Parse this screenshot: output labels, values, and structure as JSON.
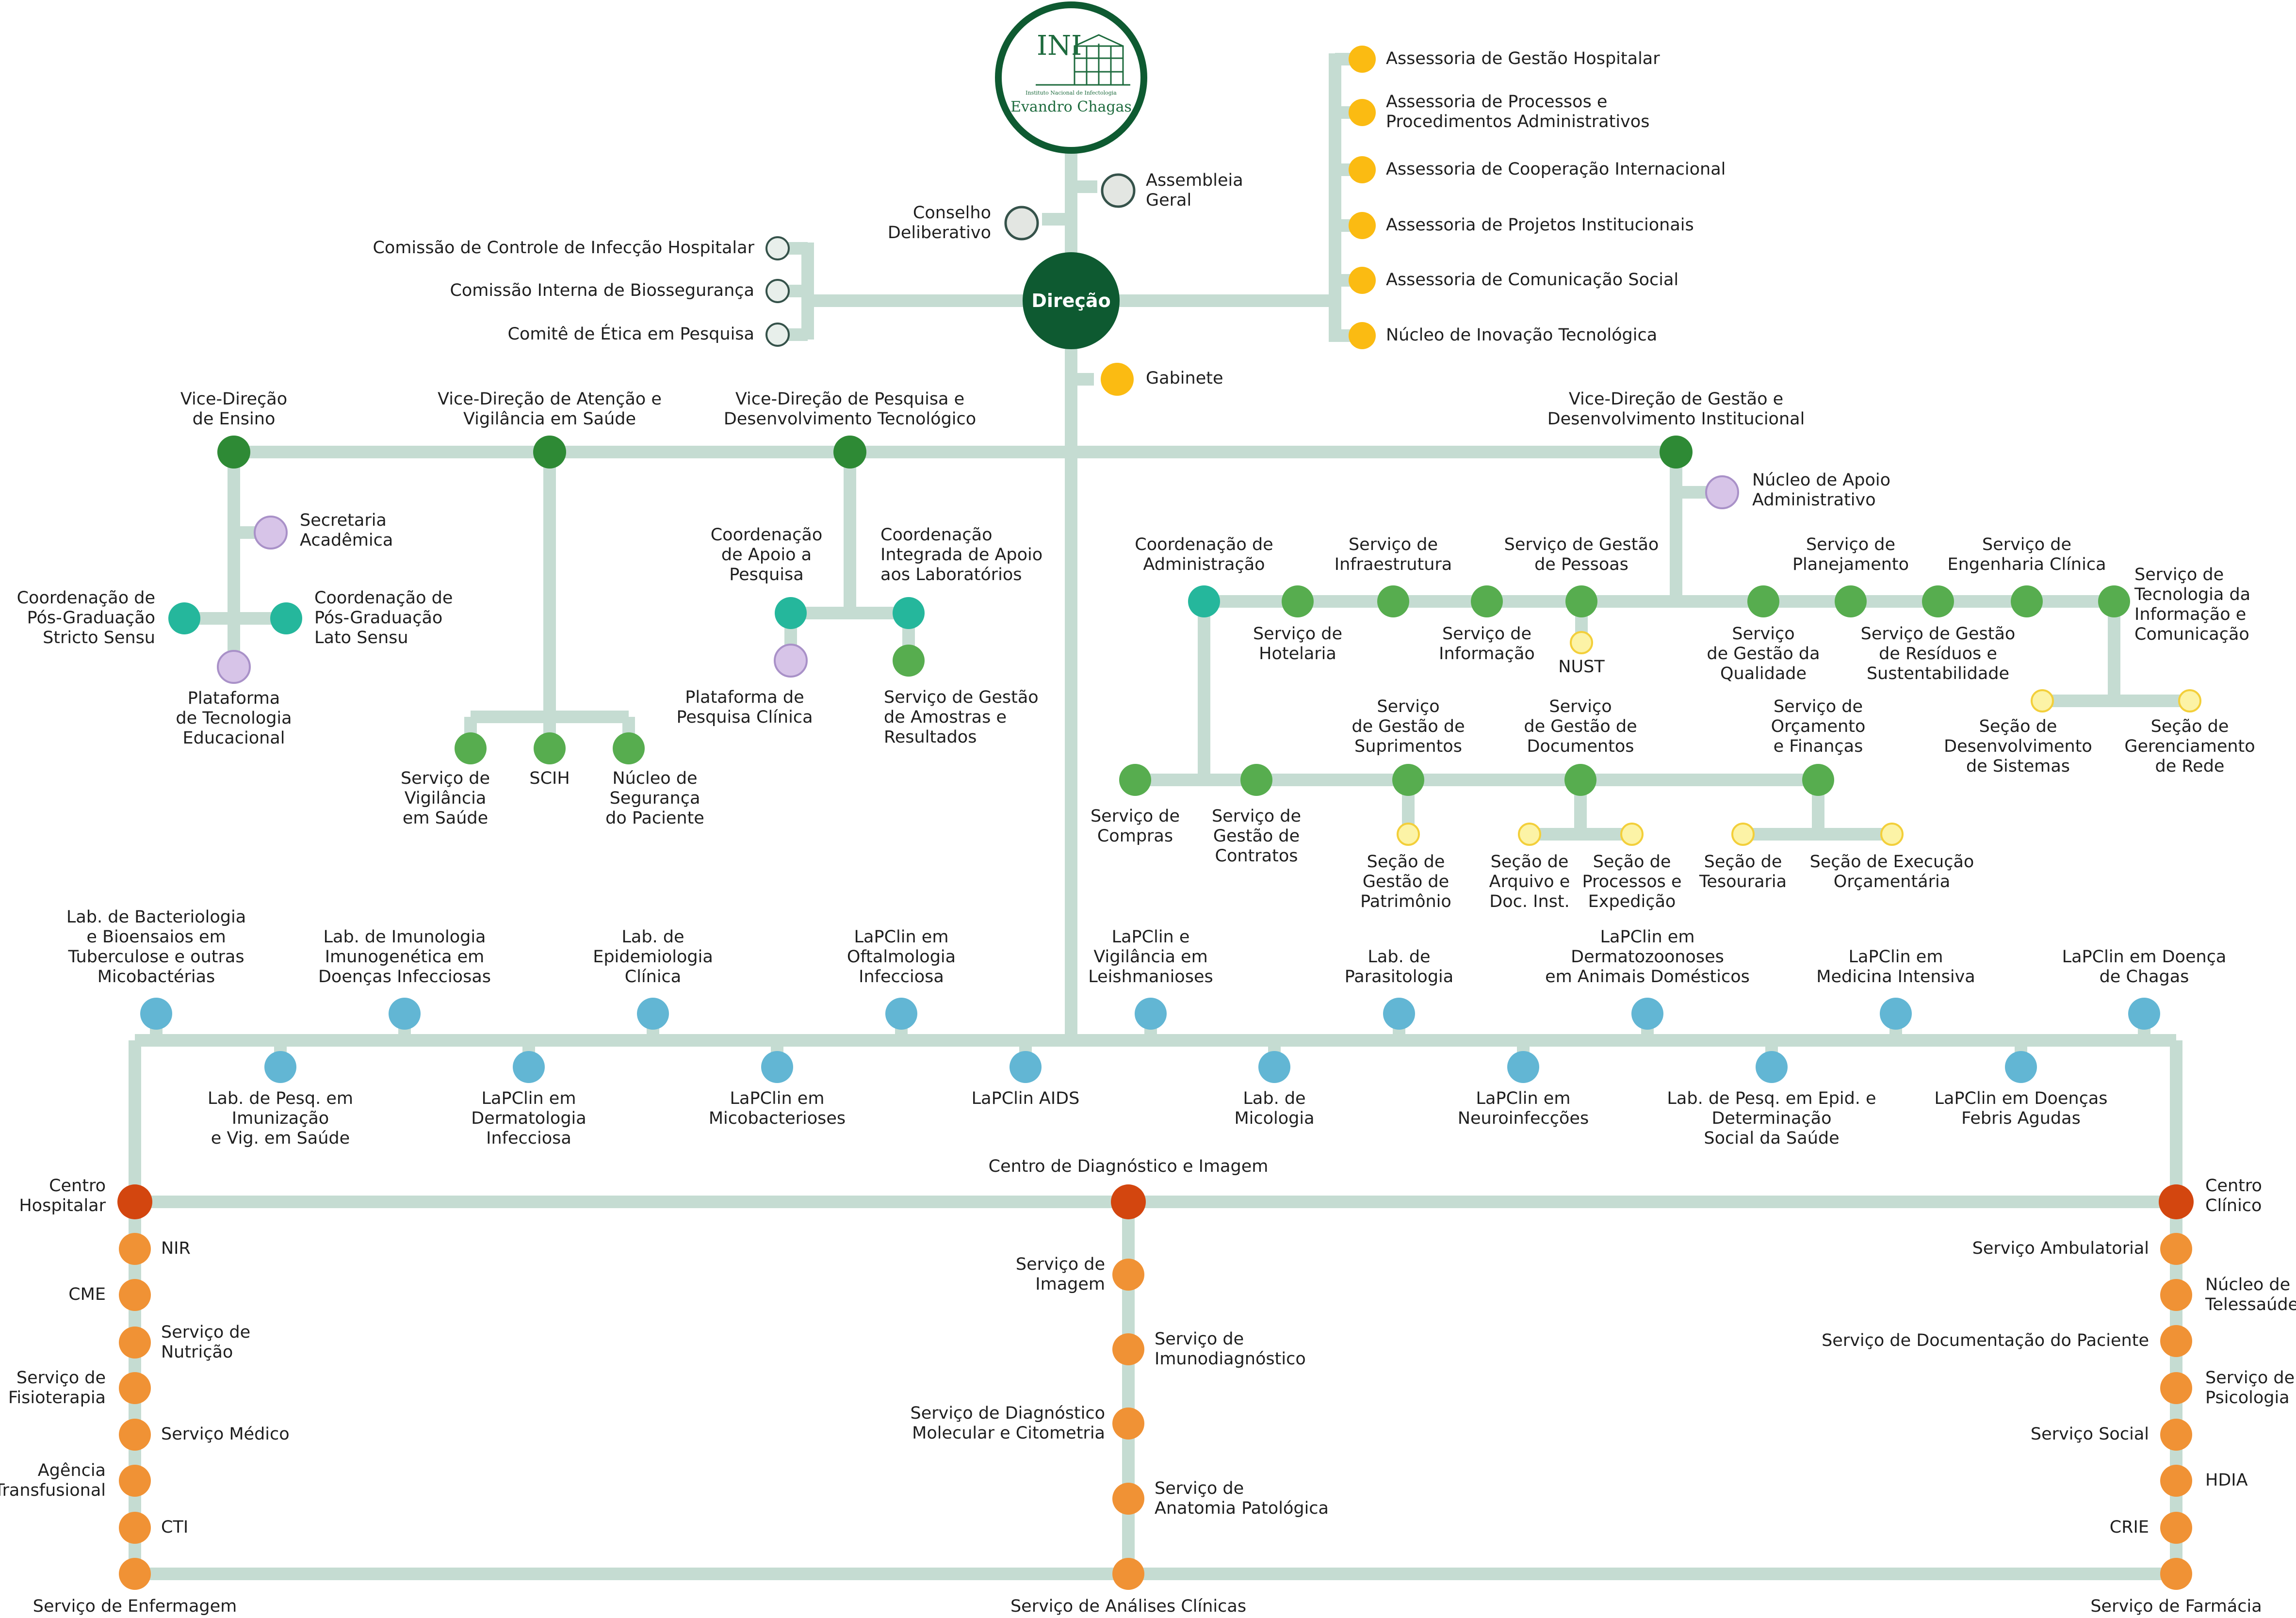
{
  "logo": {
    "abbr": "INI",
    "subtitle": "Instituto Nacional de Infectologia",
    "name": "Evandro Chagas"
  },
  "colors": {
    "line": "#c5dcd2",
    "dark_green": "#0e5a31",
    "green": "#2e8a35",
    "light_green": "#57ad4f",
    "teal": "#25b79c",
    "lilac": "#d7c4e8",
    "yellow": "#fbbb12",
    "pale_yellow": "#fcf3a6",
    "light_gray": "#e3e6e2",
    "blue": "#62b6d4",
    "dark_orange": "#d3460f",
    "orange": "#f09235"
  },
  "top": {
    "direction": "Direção",
    "conselho": "Conselho\nDeliberativo",
    "assembleia": "Assembleia\nGeral",
    "gabinete": "Gabinete",
    "commissions": [
      "Comissão de Controle de Infecção Hospitalar",
      "Comissão Interna de Biossegurança",
      "Comitê de Ética em Pesquisa"
    ],
    "advisory": [
      "Assessoria de Gestão Hospitalar",
      "Assessoria de Processos e\nProcedimentos Administrativos",
      "Assessoria de Cooperação Internacional",
      "Assessoria de Projetos Institucionais",
      "Assessoria de Comunicação Social",
      "Núcleo de Inovação Tecnológica"
    ]
  },
  "ensino": {
    "title": "Vice-Direção\nde Ensino",
    "secretaria": "Secretaria\nAcadêmica",
    "stricto": "Coordenação de\nPós-Graduação\nStricto Sensu",
    "lato": "Coordenação de\nPós-Graduação\nLato Sensu",
    "plataforma": "Plataforma\nde Tecnologia\nEducacional"
  },
  "atencao": {
    "title": "Vice-Direção de Atenção e\nVigilância em Saúde",
    "vigilancia": "Serviço de\nVigilância\nem Saúde",
    "scih": "SCIH",
    "nucleo": "Núcleo de\nSegurança\ndo Paciente"
  },
  "pesquisa": {
    "title": "Vice-Direção de Pesquisa e\nDesenvolvimento Tecnológico",
    "apoio": "Coordenação\nde Apoio a\nPesquisa",
    "integrada": "Coordenação\nIntegrada de Apoio\naos Laboratórios",
    "plataforma": "Plataforma de\nPesquisa Clínica",
    "amostras": "Serviço de Gestão\nde Amostras e\nResultados"
  },
  "gestao": {
    "title": "Vice-Direção de Gestão e\nDesenvolvimento Institucional",
    "nucleo": "Núcleo de Apoio\nAdministrativo",
    "admin": "Coordenação de\nAdministração",
    "hotelaria": "Serviço de\nHotelaria",
    "infra": "Serviço de\nInfraestrutura",
    "informacao": "Serviço de\nInformação",
    "pessoas": "Serviço de Gestão\nde Pessoas",
    "nust": "NUST",
    "qualidade": "Serviço\nde Gestão da\nQualidade",
    "planejamento": "Serviço de\nPlanejamento",
    "residuos": "Serviço de Gestão\nde Resíduos e\nSustentabilidade",
    "eng_clinica": "Serviço de\nEngenharia Clínica",
    "ti": "Serviço de\nTecnologia da\nInformação e\nComunicação",
    "sistemas": "Seção de\nDesenvolvimento\nde Sistemas",
    "rede": "Seção de\nGerenciamento\nde Rede",
    "compras": "Serviço de\nCompras",
    "contratos": "Serviço de\nGestão de\nContratos",
    "suprimentos": "Serviço\nde Gestão de\nSuprimentos",
    "patrimonio": "Seção de\nGestão de\nPatrimônio",
    "documentos": "Serviço\nde Gestão de\nDocumentos",
    "arquivo": "Seção de\nArquivo e\nDoc. Inst.",
    "processos": "Seção de\nProcessos e\nExpedição",
    "orcamento": "Serviço de\nOrçamento\ne Finanças",
    "tesouraria": "Seção de\nTesouraria",
    "execucao": "Seção de Execução\nOrçamentária"
  },
  "labs_top": [
    "Lab. de Bacteriologia\ne Bioensaios em\nTuberculose e outras\nMicobactérias",
    "Lab. de Imunologia\nImunogenética em\nDoenças Infecciosas",
    "Lab. de\nEpidemiologia\nClínica",
    "LaPClin em\nOftalmologia\nInfecciosa",
    "LaPClin e\nVigilância em\nLeishmanioses",
    "Lab. de\nParasitologia",
    "LaPClin em\nDermatozoonoses\nem Animais Domésticos",
    "LaPClin em\nMedicina Intensiva",
    "LaPClin em Doença\nde Chagas"
  ],
  "labs_bottom": [
    "Lab. de Pesq. em\nImunização\ne Vig. em Saúde",
    "LaPClin em\nDermatologia\nInfecciosa",
    "LaPClin em\nMicobacterioses",
    "LaPClin AIDS",
    "Lab. de\nMicologia",
    "LaPClin em\nNeuroinfecções",
    "Lab. de Pesq. em Epid. e\nDeterminação\nSocial da Saúde",
    "LaPClin em Doenças\nFebris Agudas"
  ],
  "hospital": {
    "title": "Centro\nHospitalar",
    "items": [
      "NIR",
      "CME",
      "Serviço de\nNutrição",
      "Serviço de\nFisioterapia",
      "Serviço Médico",
      "Agência\nTransfusional",
      "CTI"
    ],
    "bottom": "Serviço de Enfermagem"
  },
  "diagnostico": {
    "title": "Centro de Diagnóstico e Imagem",
    "items": [
      "Serviço de\nImagem",
      "Serviço de\nImunodiagnóstico",
      "Serviço de Diagnóstico\nMolecular e Citometria",
      "Serviço de\nAnatomia Patológica"
    ],
    "bottom": "Serviço de Análises Clínicas"
  },
  "clinico": {
    "title": "Centro\nClínico",
    "items": [
      "Serviço Ambulatorial",
      "Núcleo de\nTelessaúde",
      "Serviço de Documentação do Paciente",
      "Serviço de\nPsicologia",
      "Serviço Social",
      "HDIA",
      "CRIE"
    ],
    "bottom": "Serviço de Farmácia"
  }
}
